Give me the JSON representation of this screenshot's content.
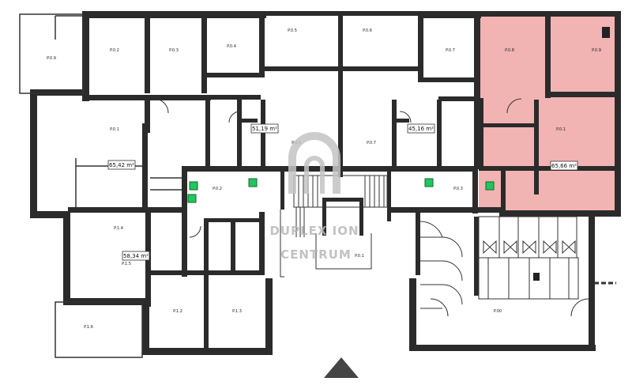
{
  "plan": {
    "area_boxes": [
      {
        "id": "a1",
        "text": "65,42 m²"
      },
      {
        "id": "a2",
        "text": "51,19 m²"
      },
      {
        "id": "a3",
        "text": "45,16 m²"
      },
      {
        "id": "a4",
        "text": "65,66 m²"
      },
      {
        "id": "a5",
        "text": "58,34 m²"
      }
    ],
    "watermark": {
      "line1": "DUPLEX ION",
      "line2": "CENTRUM"
    },
    "highlight_color": "#f2b3b3",
    "shaft_color": "#22c55e"
  }
}
